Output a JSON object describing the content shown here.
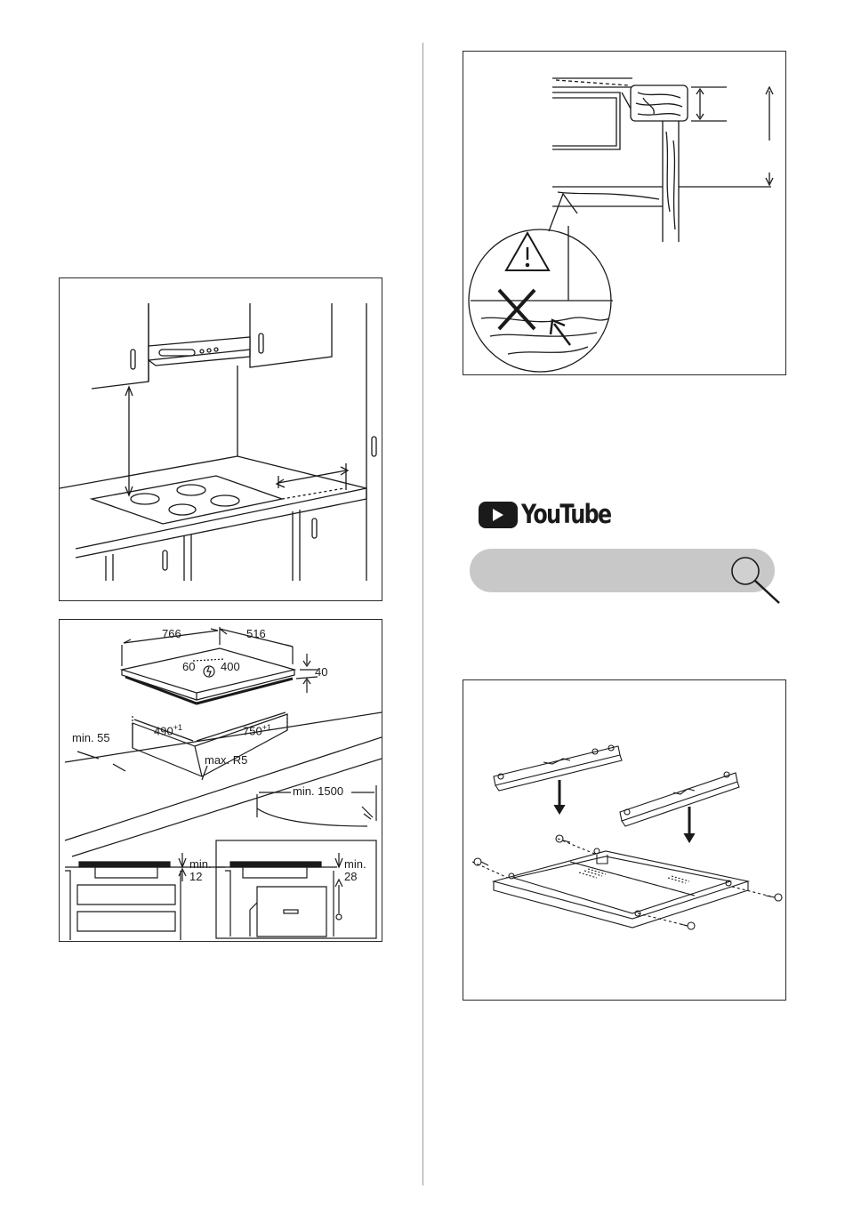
{
  "figures": {
    "fig_dimensions": {
      "hob_width": "766",
      "hob_depth": "516",
      "offset": "60",
      "junction": "400",
      "hob_height": "40",
      "min_edge": "min. 55",
      "cutout_depth": "490",
      "cutout_depth_tol": "+1",
      "cutout_width": "750",
      "cutout_width_tol": "+1",
      "corner_radius": "max. R5",
      "cable_length": "min. 1500",
      "gap_drawer_label": "min.",
      "gap_drawer_value": "12",
      "gap_oven_label": "min.",
      "gap_oven_value": "28"
    }
  },
  "youtube": {
    "wordmark": "YouTube",
    "search_placeholder": ""
  },
  "colors": {
    "ink": "#1a1a1a",
    "search_bar": "#c8c8c8",
    "divider": "#9a9a9a"
  },
  "icons": [
    "play-icon",
    "search-icon",
    "warning-icon",
    "cross-icon"
  ]
}
